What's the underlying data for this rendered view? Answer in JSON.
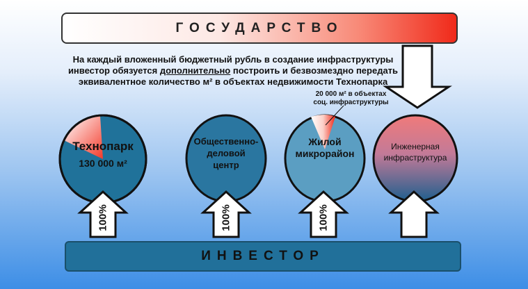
{
  "top_bar": {
    "label": "ГОСУДАРСТВО"
  },
  "description": {
    "line1": "На каждый вложенный бюджетный рубль в создание инфраструктуры",
    "line2_before": "инвестор обязуется ",
    "line2_underlined": "дополнительно",
    "line2_after": " построить и безвозмездно передать",
    "line3": "эквивалентное количество м² в объектах недвижимости Технопарка"
  },
  "note": {
    "line1": "20 000 м² в объектах",
    "line2": "соц. инфраструктуры"
  },
  "circles": [
    {
      "title": "Технопарк",
      "subtitle": "130 000 м²"
    },
    {
      "line1": "Общественно-",
      "line2": "деловой",
      "line3": "центр"
    },
    {
      "line1": "Жилой",
      "line2": "микрорайон"
    },
    {
      "line1": "Инженерная",
      "line2": "инфраструктура"
    }
  ],
  "arrows": [
    "100%",
    "100%",
    "100%"
  ],
  "bottom_bar": {
    "label": "ИНВЕСТОР"
  },
  "colors": {
    "circle_dark": "#20729a",
    "circle_light": "#5b9ec2",
    "accent_red": "#f02a1a"
  }
}
